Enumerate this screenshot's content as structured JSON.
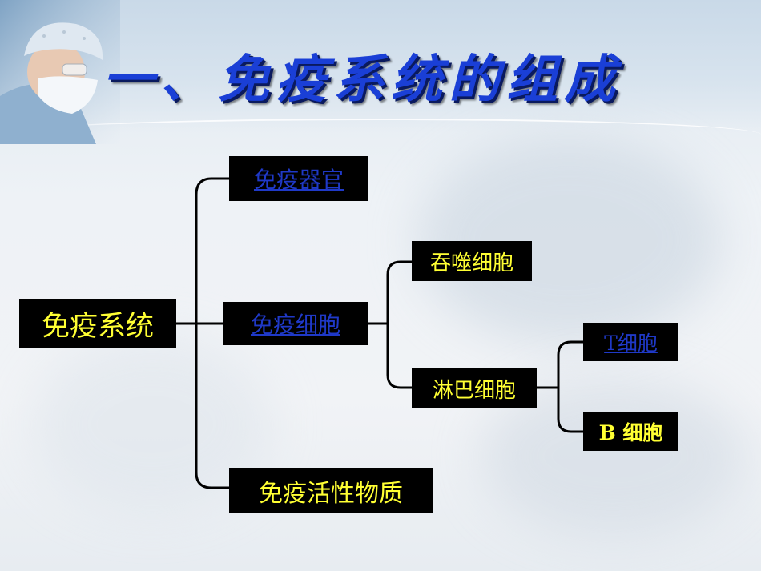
{
  "slide": {
    "title": "一、免疫系统的组成"
  },
  "diagram": {
    "root": "免疫系统",
    "level1": {
      "organ": "免疫器官",
      "cell": "免疫细胞",
      "substance": "免疫活性物质"
    },
    "level2": {
      "phagocyte": "吞噬细胞",
      "lymphocyte": "淋巴细胞"
    },
    "level3": {
      "t_cell": "T细胞",
      "b_cell": "B 细胞"
    }
  },
  "colors": {
    "node_background": "#000000",
    "node_text": "#ffff33",
    "link_text": "#1f39c8",
    "title": "#1a3fd6"
  }
}
